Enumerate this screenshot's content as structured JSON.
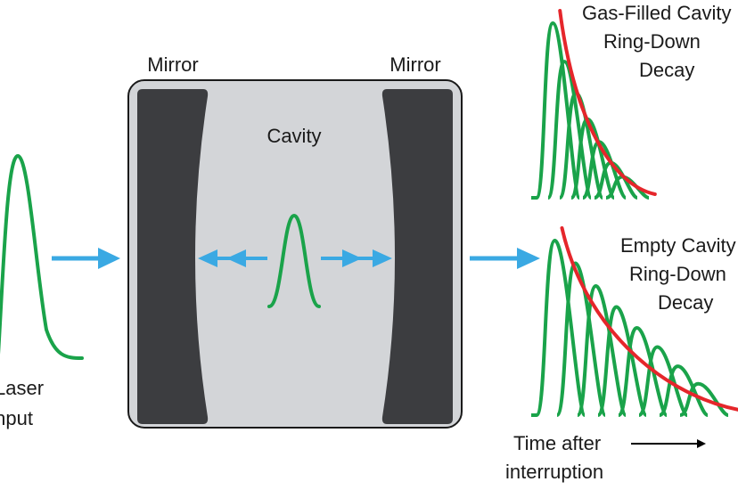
{
  "labels": {
    "mirror_left": "Mirror",
    "mirror_right": "Mirror",
    "cavity": "Cavity",
    "laser_line1": "Laser",
    "laser_line2": "Input",
    "gas_line1": "Gas-Filled Cavity",
    "gas_line2": "Ring-Down",
    "gas_line3": "Decay",
    "empty_line1": "Empty Cavity",
    "empty_line2": "Ring-Down",
    "empty_line3": "Decay",
    "time_line1": "Time after",
    "time_line2": "interruption"
  },
  "colors": {
    "pulse": "#1aa34a",
    "arrow": "#3aa9e3",
    "decay_envelope": "#e5262b",
    "cavity_fill": "#d3d5d8",
    "mirror_fill": "#3c3d40",
    "text": "#1a1a1a"
  },
  "decay": {
    "gas_filled_peak_heights": [
      1.0,
      0.78,
      0.6,
      0.45,
      0.32,
      0.2,
      0.12
    ],
    "empty_peak_heights": [
      1.0,
      0.87,
      0.74,
      0.62,
      0.5,
      0.39,
      0.28,
      0.18
    ]
  }
}
